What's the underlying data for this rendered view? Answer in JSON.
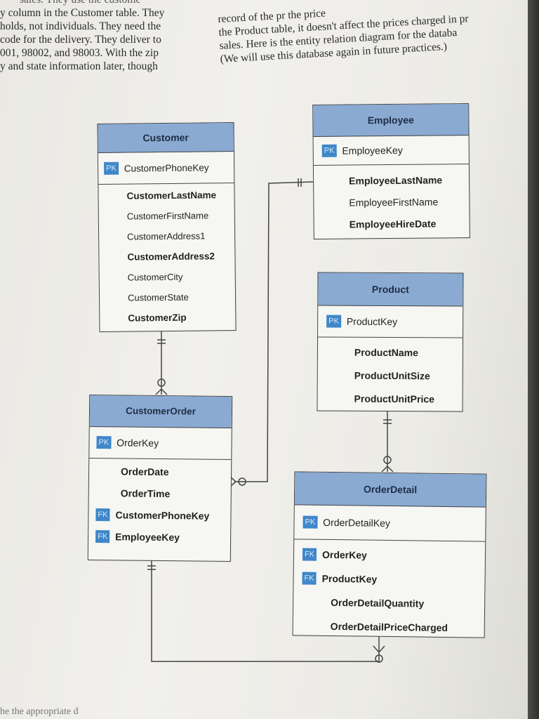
{
  "text": {
    "left": [
      "sales. They use the custome",
      "y column in the Customer table. They",
      "holds, not individuals. They need the",
      "code for the delivery. They deliver to",
      "001, 98002, and 98003. With the zip",
      "y and state information later, though"
    ],
    "right": [
      "record of the pr                          the price",
      "the Product table, it doesn't affect the prices charged in pr",
      "sales. Here is the entity relation diagram for the databa",
      "(We will use this database again in future practices.)"
    ],
    "bottom": "he the appropriate d"
  },
  "key_labels": {
    "pk": "PK",
    "fk": "FK"
  },
  "entities": {
    "employee": {
      "title": "Employee",
      "pk": "EmployeeKey",
      "attributes": [
        "EmployeeLastName",
        "EmployeeFirstName",
        "EmployeeHireDate"
      ]
    },
    "customer": {
      "title": "Customer",
      "pk": "CustomerPhoneKey",
      "attributes": [
        "CustomerLastName",
        "CustomerFirstName",
        "CustomerAddress1",
        "CustomerAddress2",
        "CustomerCity",
        "CustomerState",
        "CustomerZip"
      ]
    },
    "product": {
      "title": "Product",
      "pk": "ProductKey",
      "attributes": [
        "ProductName",
        "ProductUnitSize",
        "ProductUnitPrice"
      ]
    },
    "customer_order": {
      "title": "CustomerOrder",
      "pk": "OrderKey",
      "attributes": [
        "OrderDate",
        "OrderTime"
      ],
      "fks": [
        "CustomerPhoneKey",
        "EmployeeKey"
      ]
    },
    "order_detail": {
      "title": "OrderDetail",
      "pk": "OrderDetailKey",
      "fks": [
        "OrderKey",
        "ProductKey"
      ],
      "attributes": [
        "OrderDetailQuantity",
        "OrderDetailPriceCharged"
      ]
    }
  },
  "colors": {
    "header_fill": "#8aaad2",
    "key_badge": "#3f87c9",
    "line": "#444444",
    "page": "#efeeea"
  }
}
